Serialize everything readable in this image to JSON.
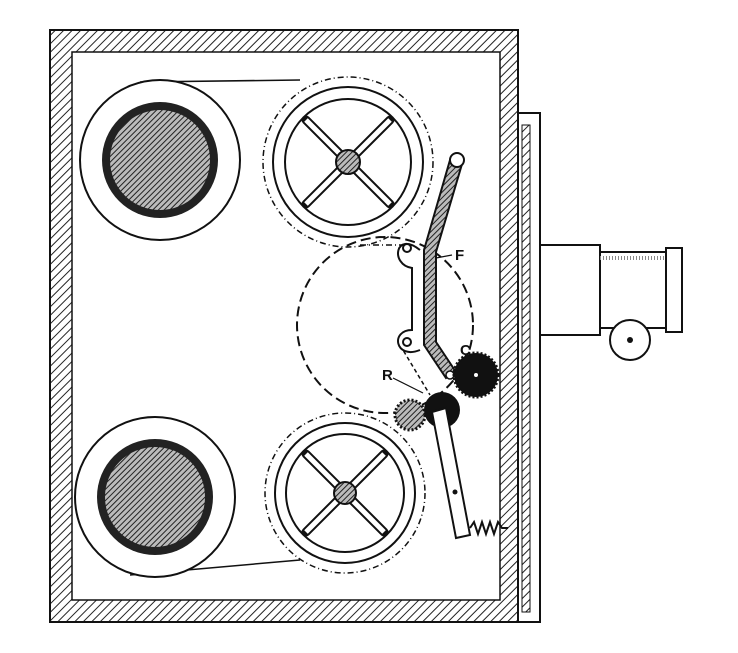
{
  "diagram": {
    "labels": {
      "F": "F",
      "C": "C",
      "R": "R"
    },
    "colors": {
      "ink": "#111111",
      "paper": "#ffffff"
    }
  }
}
